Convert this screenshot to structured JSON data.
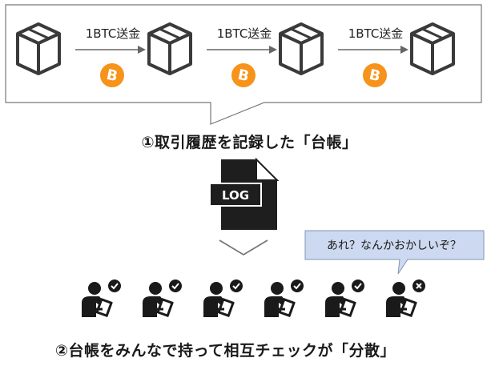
{
  "ledger": {
    "transfers": [
      {
        "label": "1BTC送金"
      },
      {
        "label": "1BTC送金"
      },
      {
        "label": "1BTC送金"
      }
    ],
    "coin_symbol": "B",
    "coin_color": "#F7931A"
  },
  "caption_ledger": "①取引履歴を記録した「台帳」",
  "log_file": {
    "label": "LOG",
    "icon": "document-icon"
  },
  "speech_bubble": {
    "text": "あれ？なんかおかしいぞ？"
  },
  "participants": [
    {
      "status": "check"
    },
    {
      "status": "check"
    },
    {
      "status": "check"
    },
    {
      "status": "check"
    },
    {
      "status": "check"
    },
    {
      "status": "cross"
    }
  ],
  "caption_distributed": "②台帳をみんなで持って相互チェックが「分散」"
}
